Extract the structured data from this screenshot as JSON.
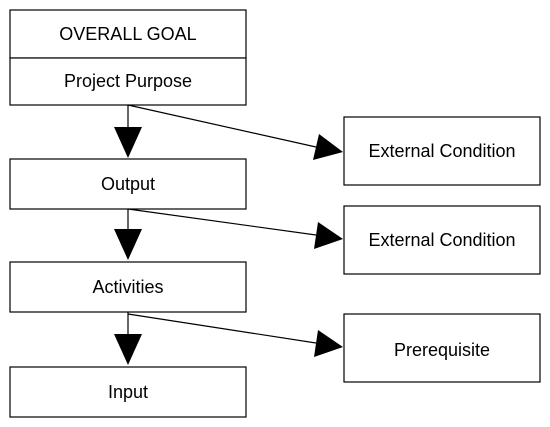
{
  "diagram": {
    "line_color": "#000000",
    "background": "#ffffff",
    "boxes": {
      "overall_goal": "OVERALL GOAL",
      "project_purpose": "Project Purpose",
      "output": "Output",
      "activities": "Activities",
      "input": "Input",
      "external_condition_1": "External Condition",
      "external_condition_2": "External Condition",
      "prerequisite": "Prerequisite"
    }
  }
}
